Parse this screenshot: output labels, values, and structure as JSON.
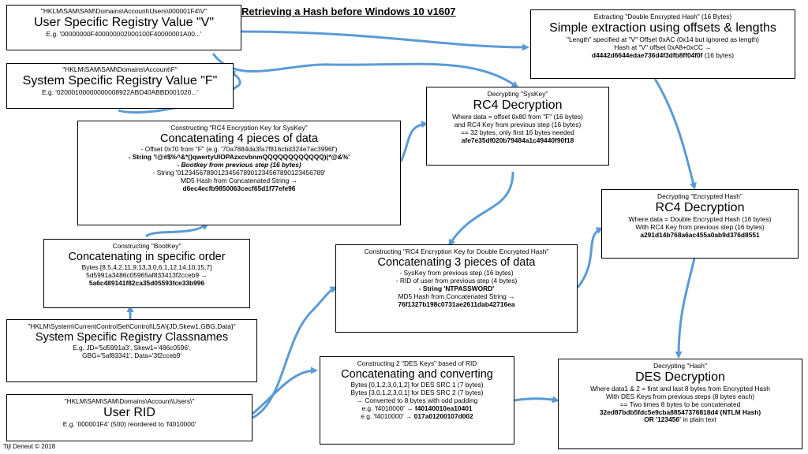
{
  "title": "Retrieving a Hash before Windows 10 v1607",
  "credit": "Tijl Deneut © 2018",
  "boxes": {
    "user_v": {
      "path": "\"HKLM\\SAM\\SAM\\Domains\\Account\\Users\\000001F4\\V\"",
      "heading": "User Specific Registry Value \"V\"",
      "example": "E.g. '00000000F400000002000100F40000001A00...'"
    },
    "system_f": {
      "path": "\"HKLM\\SAM\\SAM\\Domains\\Account\\F\"",
      "heading": "System Specific Registry Value \"F\"",
      "example": "E.g. '02000100000000008922ABD40ABBD001020...'"
    },
    "rc4_syskey": {
      "caption": "Constructing \"RC4 Encryption Key for SysKey\"",
      "heading": "Concatenating 4 pieces of data",
      "line1": "- Offset 0x70 from \"F\" (e.g. '70a7884da3fa7f816cbd324e7ac3996f')",
      "line2": "- String '!@#$%^&*()qwertyUIOPAzxcvbnmQQQQQQQQQQQQ)(*@&%'",
      "line3": "- Bootkey from previous step (16 bytes)",
      "line4": "- String '0123456789012345678901234567890123456789'",
      "line5": "MD5 Hash from Concatenated String →",
      "result": "d6ec4ecfb9850063cecf65d1f77efe96"
    },
    "bootkey": {
      "caption": "Constructing \"BootKey\"",
      "heading": "Concatenating in specific order",
      "line1": "Bytes [8,5,4,2,11,9,13,3,0,6,1,12,14,10,15,7]",
      "line2": "5d5991a3486c05965af833413f2cceb9 →",
      "result": "5a6c489141f82ca35d05593fce33b996"
    },
    "classnames": {
      "path": "\"HKLM\\System\\CurrentControlSet\\Control\\LSA\\{JD,Skew1,GBG,Data}\"",
      "heading": "System Specific Registry Classnames",
      "line1": "E.g. JD='5d5991a3', Skew1='486c0596',",
      "line2": "GBG='5af83341', Data='3f2cceb9'"
    },
    "user_rid": {
      "path": "\"HKLM\\SAM\\SAM\\Domains\\Account\\Users\\\"",
      "heading": "User RID",
      "example": "E.g. '000001F4' (500) reordered to 'f4010000'"
    },
    "extract": {
      "caption": "Extracting \"Double Encrypted Hash\" (16 Bytes)",
      "heading": "Simple extraction using offsets & lengths",
      "line1": "\"Length\" specified at \"V\" Offset 0xAC (0x14 but ignored as length)",
      "line2": "Hash at \"V\" offset 0xA8+0xCC →",
      "result": "d4442d6644edae736d4f3dfb8ff04f0f",
      "result_suffix": "(16 bytes)"
    },
    "rc4_syskey_dec": {
      "caption": "Decrypting \"SysKey\"",
      "heading": "RC4 Decryption",
      "line1": "Where data = offset 0x80 from \"F\" (16 bytes)",
      "line2": "and RC4 Key from previous step (16 bytes)",
      "line3": "== 32 bytes, only first 16 bytes needed",
      "result": "afe7e35df020b79484a1c49440f90f18"
    },
    "rc4_hash_key": {
      "caption": "Constructing \"RC4 Encryption Key for Double Encrypted Hash\"",
      "heading": "Concatenating 3 pieces of data",
      "line1": "- SysKey from previous step (16 bytes)",
      "line2": "- RID of user from previous step (4 bytes)",
      "line3": "- String 'NTPASSWORD'",
      "line4": "MD5 Hash from Concatenated String →",
      "result": "76f1327b198c0731ae2611dab42716ea"
    },
    "rc4_hash_dec": {
      "caption": "Decrypting \"Encrypted Hash\"",
      "heading": "RC4 Decryption",
      "line1": "Where data = Double Encrypted Hash (16 bytes)",
      "line2": "With RC4 Key from previous step (16 bytes)",
      "result": "a291d14b768a6ac455a0ab9d376d8551"
    },
    "des_keys": {
      "caption": "Constructing 2 \"DES Keys\" based of RID",
      "heading": "Concatenating and converting",
      "line1": "Bytes [0,1,2,3,0,1,2] for DES SRC 1 (7 bytes)",
      "line2": "Bytes [3,0,1,2,3,0,1] for DES SRC 2 (7 bytes)",
      "line3": "→ Converted to 8 bytes with odd padding",
      "line4a": "e.g. 'f4010000' →",
      "line4b": "f40140010ea10401",
      "line5a": "e.g. 'f4010000' →",
      "line5b": "017a01200107d002"
    },
    "des_dec": {
      "caption": "Decrypting \"Hash\"",
      "heading": "DES Decryption",
      "line1": "Where data1 & 2 = first and last 8 bytes from Encrypted Hash",
      "line2": "With DES Keys from previous steps (8 bytes each)",
      "line3": "== Two times 8 bytes to be concatenated",
      "result": "32ed87bdb5fdc5e9cba88547376818d4",
      "result_suffix": "(NTLM Hash)",
      "line4a": "OR '123456'",
      "line4b": "in plain text"
    }
  }
}
